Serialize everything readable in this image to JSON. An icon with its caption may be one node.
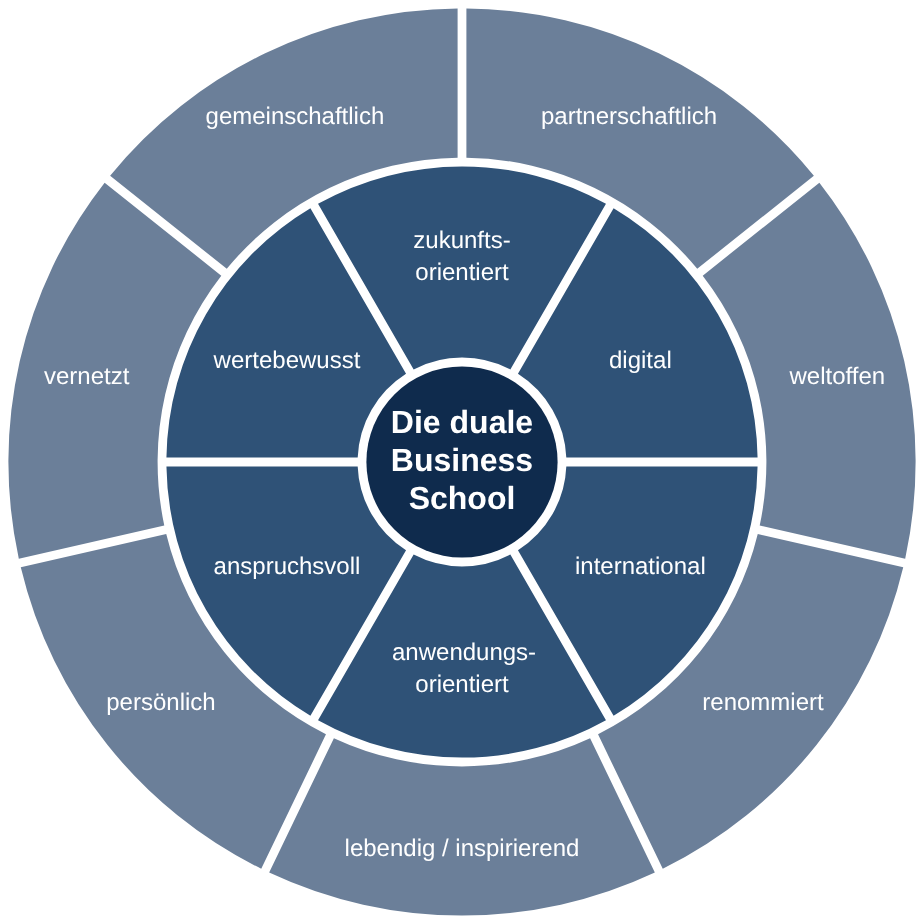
{
  "diagram": {
    "nodes": [
      {
        "text": [
          "Die duale Business School"
        ]
      },
      {
        "text": [
          "zukunfts- orientiert"
        ]
      },
      {
        "text": [
          "digital"
        ]
      },
      {
        "text": [
          "international"
        ]
      },
      {
        "text": [
          "anwendungs- orientiert"
        ]
      },
      {
        "text": [
          "anspruchsvoll"
        ]
      },
      {
        "text": [
          "wertebewusst"
        ]
      },
      {
        "text": [
          "partnerschaftlich"
        ]
      },
      {
        "text": [
          "weltoffen"
        ]
      },
      {
        "text": [
          "renommiert"
        ]
      },
      {
        "text": [
          "lebendig / inspirierend"
        ]
      },
      {
        "text": [
          "persönlich"
        ]
      },
      {
        "text": [
          "vernetzt"
        ]
      },
      {
        "text": [
          "gemeinschaftlich"
        ]
      }
    ],
    "edges": []
  }
}
